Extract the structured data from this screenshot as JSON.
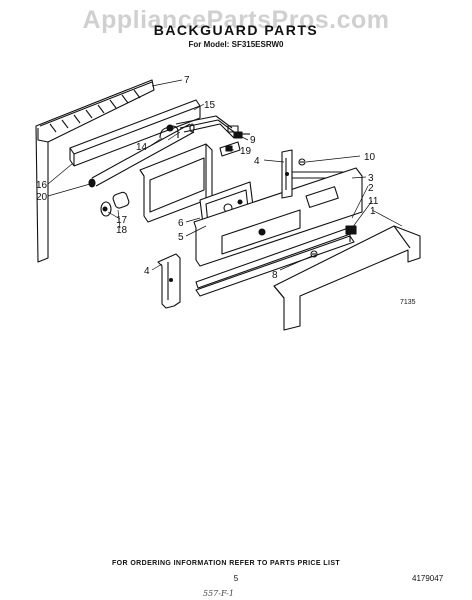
{
  "watermark": "AppliancePartsPros.com",
  "title": "BACKGUARD PARTS",
  "subtitle": "For Model: SF315ESRW0",
  "figure_number": "7135",
  "callouts": {
    "c1": "1",
    "c2": "2",
    "c3": "3",
    "c4a": "4",
    "c4b": "4",
    "c5a": "5",
    "c6": "6",
    "c7": "7",
    "c8": "8",
    "c9": "9",
    "c10": "10",
    "c11": "11",
    "c14": "14",
    "c15": "15",
    "c16": "16",
    "c17": "17",
    "c18": "18",
    "c19": "19",
    "c20": "20"
  },
  "footer": {
    "ordering_note": "FOR ORDERING INFORMATION REFER TO PARTS PRICE LIST",
    "page_number": "5",
    "part_code": "4179047",
    "handwritten": "557-F-1"
  }
}
